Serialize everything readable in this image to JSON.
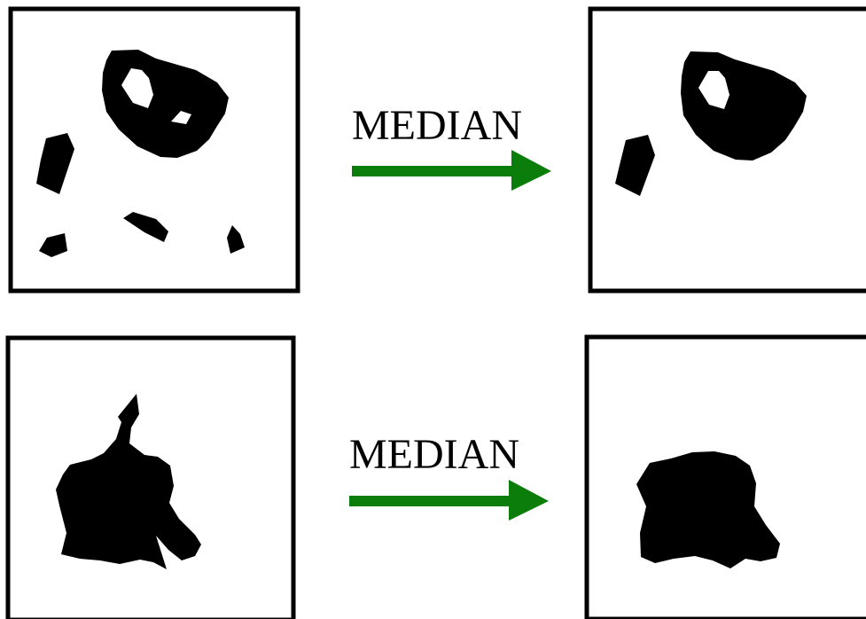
{
  "colors": {
    "background": "#ffffff",
    "frame": "#000000",
    "blob": "#000000",
    "arrow": "#0a7d0a"
  },
  "rows": [
    {
      "label": "MEDIAN",
      "before_icon": "binary-image-with-noise",
      "after_icon": "binary-image-filtered"
    },
    {
      "label": "MEDIAN",
      "before_icon": "binary-image-with-spike",
      "after_icon": "binary-image-smoothed"
    }
  ]
}
